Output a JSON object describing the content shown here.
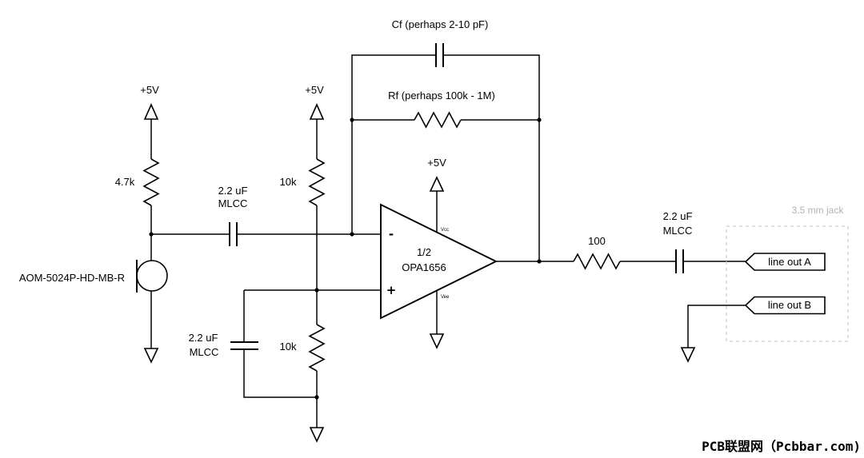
{
  "feedback": {
    "cf_label": "Cf (perhaps 2-10 pF)",
    "rf_label": "Rf (perhaps 100k - 1M)"
  },
  "mic_stage": {
    "supply": "+5V",
    "bias_resistor": "4.7k",
    "mic_part": "AOM-5024P-HD-MB-R"
  },
  "input_capacitor": {
    "value": "2.2 uF",
    "type": "MLCC"
  },
  "bias_divider": {
    "supply": "+5V",
    "top_resistor": "10k",
    "bottom_resistor": "10k",
    "capacitor_value": "2.2 uF",
    "capacitor_type": "MLCC"
  },
  "opamp": {
    "supply": "+5V",
    "unit": "1/2",
    "part": "OPA1656",
    "inverting_pin": "-",
    "noninverting_pin": "+",
    "vcc_pin": "Vcc",
    "vee_pin": "Vee"
  },
  "output": {
    "resistor": "100",
    "capacitor_value": "2.2 uF",
    "capacitor_type": "MLCC"
  },
  "jack": {
    "label": "3.5 mm jack",
    "line_out_a": "line out A",
    "line_out_b": "line out B"
  },
  "watermark": "PCB联盟网（Pcbbar.com)",
  "colors": {
    "background": "#ffffff",
    "wire": "#000000",
    "text": "#000000",
    "jack_outline": "#cccccc",
    "jack_label": "#b3b3b3"
  }
}
